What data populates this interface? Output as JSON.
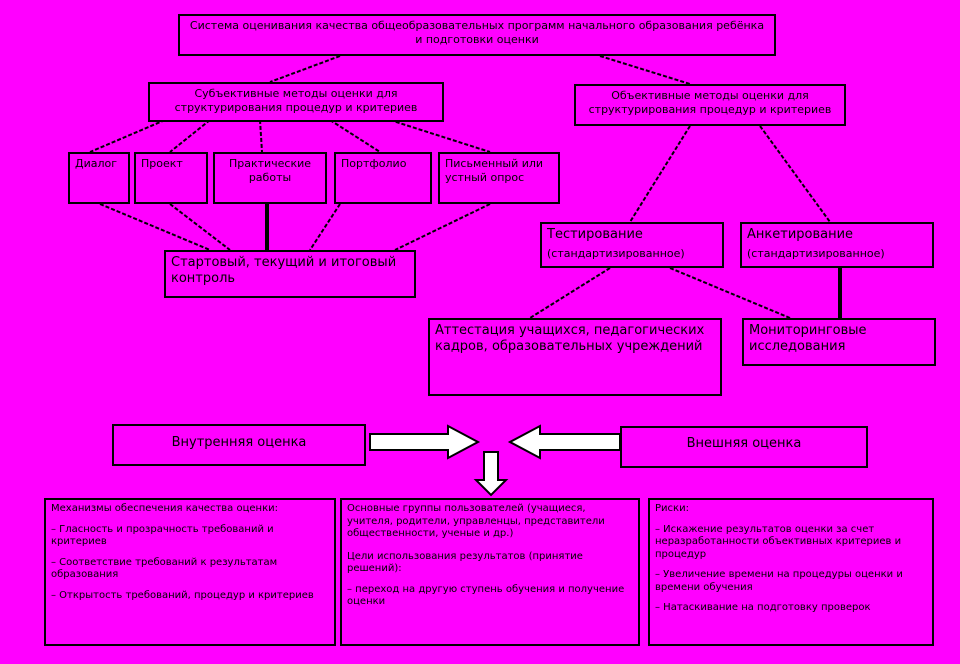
{
  "title": "Система оценивания качества общеобразовательных программ начального образования ребёнка и подготовки оценки",
  "subjective": "Субъективные методы оценки для структурирования процедур и критериев",
  "objective": "Объективные методы оценки для структурирования процедур и критериев",
  "methods": [
    "Диалог",
    "Проект",
    "Практические работы",
    "Портфолио",
    "Письменный или устный опрос"
  ],
  "control": "Стартовый, текущий и итоговый контроль",
  "testing": {
    "label": "Тестирование",
    "sub": "(стандартизированное)"
  },
  "questioning": {
    "label": "Анкетирование",
    "sub": "(стандартизированное)"
  },
  "attestation": "Аттестация учащихся, педагогических кадров, образовательных учреждений",
  "monitoring": "Мониторинговые исследования",
  "internal": "Внутренняя оценка",
  "external": "Внешняя оценка",
  "bottom": {
    "left_title": "Механизмы обеспечения качества оценки:",
    "left_items": [
      "– Гласность и прозрачность требований и критериев",
      "– Соответствие требований к результатам образования",
      "– Открытость требований, процедур и критериев"
    ],
    "middle_title": "Основные группы пользователей (учащиеся, учителя, родители, управленцы, представители общественности, ученые и др.)",
    "middle_sub": "Цели использования результатов (принятие решений):",
    "middle_items": [
      "– переход на другую ступень обучения и получение оценки"
    ],
    "right_title": "Риски:",
    "right_items": [
      "– Искажение результатов оценки за счет неразработанности объективных критериев и процедур",
      "– Увеличение времени на процедуры оценки и времени обучения",
      "– Натаскивание на подготовку проверок"
    ]
  }
}
